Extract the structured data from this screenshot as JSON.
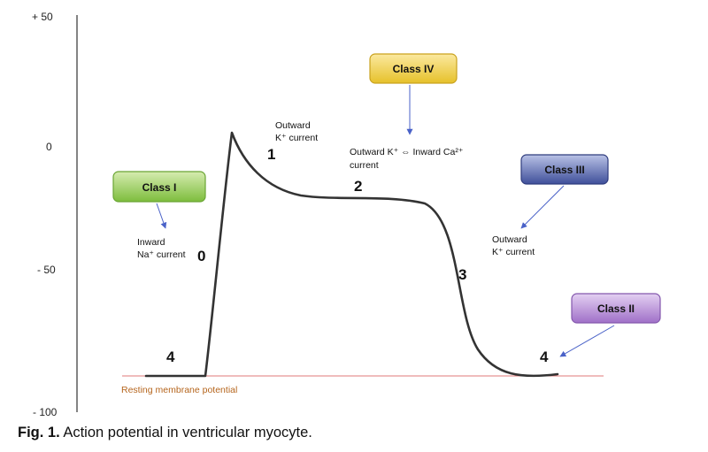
{
  "y_axis": {
    "ticks": [
      {
        "value": 50,
        "label": "+ 50"
      },
      {
        "value": 0,
        "label": "0"
      },
      {
        "value": -50,
        "label": "- 50"
      },
      {
        "value": -100,
        "label": "- 100"
      }
    ]
  },
  "phases": [
    {
      "id": "phase-4-left",
      "label": "4"
    },
    {
      "id": "phase-0",
      "label": "0"
    },
    {
      "id": "phase-1",
      "label": "1"
    },
    {
      "id": "phase-2",
      "label": "2"
    },
    {
      "id": "phase-3",
      "label": "3"
    },
    {
      "id": "phase-4-right",
      "label": "4"
    }
  ],
  "classes": [
    {
      "id": "class-i",
      "label": "Class I",
      "fill_top": "#d6ecb0",
      "fill_bottom": "#7dbd3d",
      "border": "#6aa534"
    },
    {
      "id": "class-iv",
      "label": "Class IV",
      "fill_top": "#fbe9a0",
      "fill_bottom": "#e6c12a",
      "border": "#c9a21e"
    },
    {
      "id": "class-iii",
      "label": "Class III",
      "fill_top": "#b9c2e6",
      "fill_bottom": "#3f4f9a",
      "border": "#2f3c7e"
    },
    {
      "id": "class-ii",
      "label": "Class II",
      "fill_top": "#e3d0f2",
      "fill_bottom": "#a070c8",
      "border": "#8458ad"
    }
  ],
  "annotations": {
    "inward_na": [
      "Inward",
      "Na⁺ current"
    ],
    "outward_k_1": [
      "Outward",
      "K⁺ current"
    ],
    "outward_k_inward_ca": [
      "Outward K⁺ ⇔ Inward Ca²⁺",
      "current"
    ],
    "outward_k_3": [
      "Outward",
      "K⁺ current"
    ]
  },
  "resting_label": "Resting membrane potential",
  "colors": {
    "curve": "#333333",
    "resting_line": "#e07a7a",
    "resting_label": "#b5651d",
    "arrow": "#4a62c8"
  },
  "caption": {
    "prefix": "Fig. 1.",
    "text": " Action potential in ventricular myocyte."
  }
}
